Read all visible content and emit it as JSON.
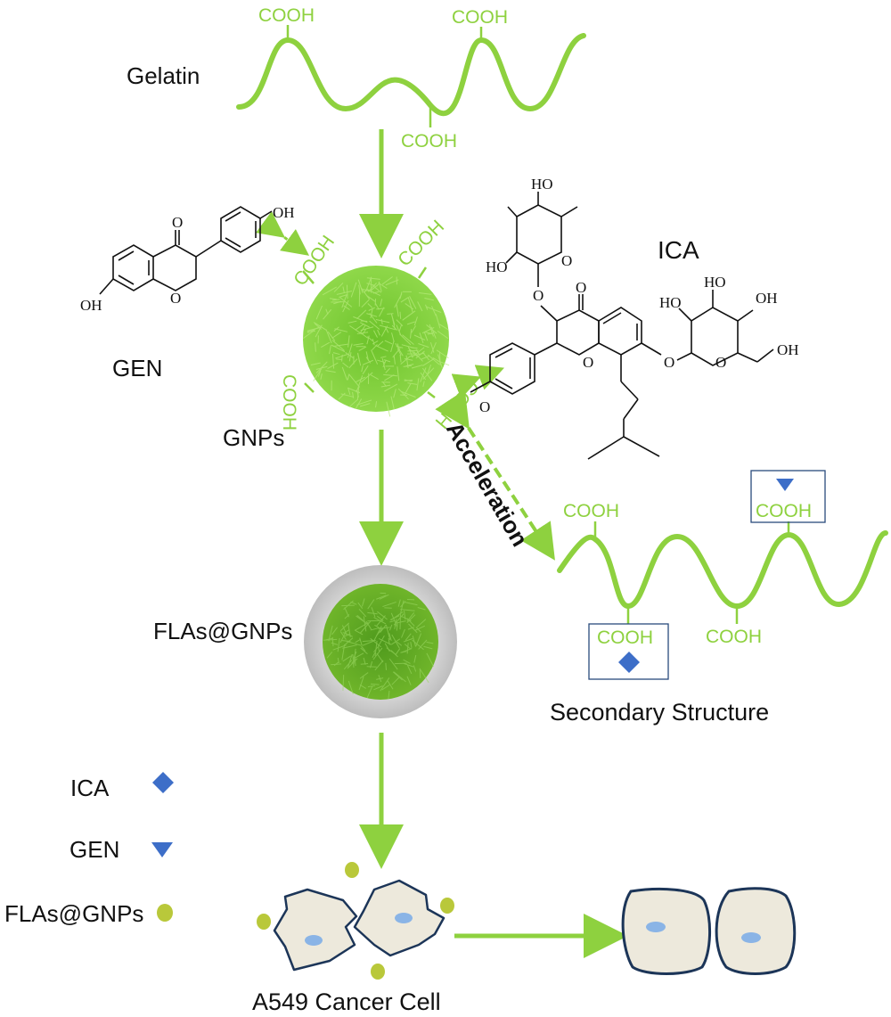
{
  "labels": {
    "gelatin": "Gelatin",
    "gen": "GEN",
    "ica": "ICA",
    "gnps": "GNPs",
    "flas_gnps": "FLAs@GNPs",
    "secondary_structure": "Secondary Structure",
    "acceleration": "Acceleration",
    "a549": "A549 Cancer Cell"
  },
  "legend": {
    "ica": "ICA",
    "gen": "GEN",
    "flas_gnps": "FLAs@GNPs"
  },
  "chem": {
    "cooh": "COOH",
    "oh": "OH",
    "o": "O",
    "ho": "HO"
  },
  "colors": {
    "green": "#8ed13f",
    "green_dark": "#6fb52a",
    "blue_marker": "#3d6ec8",
    "yellow_dot": "#b9c83a",
    "cell_fill": "#ede9dc",
    "cell_border": "#1c3558",
    "nucleus": "#8ab4e6"
  }
}
